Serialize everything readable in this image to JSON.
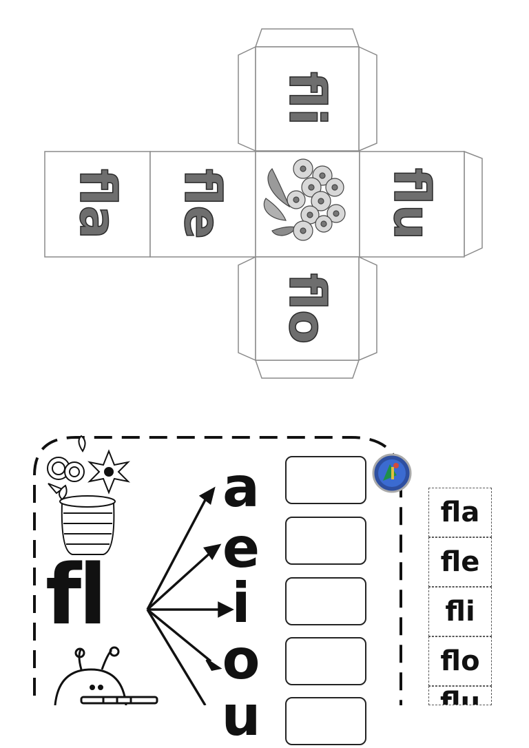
{
  "cube": {
    "faces": {
      "top": "fli",
      "left": "fla",
      "left_center": "fle",
      "center_icon": "flower-bouquet-icon",
      "right": "flu",
      "bottom": "flo"
    }
  },
  "worksheet": {
    "consonant": "fl",
    "vowels": [
      "a",
      "e",
      "i",
      "o",
      "u"
    ],
    "cutouts": [
      "fla",
      "fle",
      "fli",
      "flo",
      "flu"
    ],
    "icons": {
      "flower_pot": "flower-pot-icon",
      "flute_bug": "bug-with-flute-icon",
      "logo": "round-logo-icon"
    }
  }
}
